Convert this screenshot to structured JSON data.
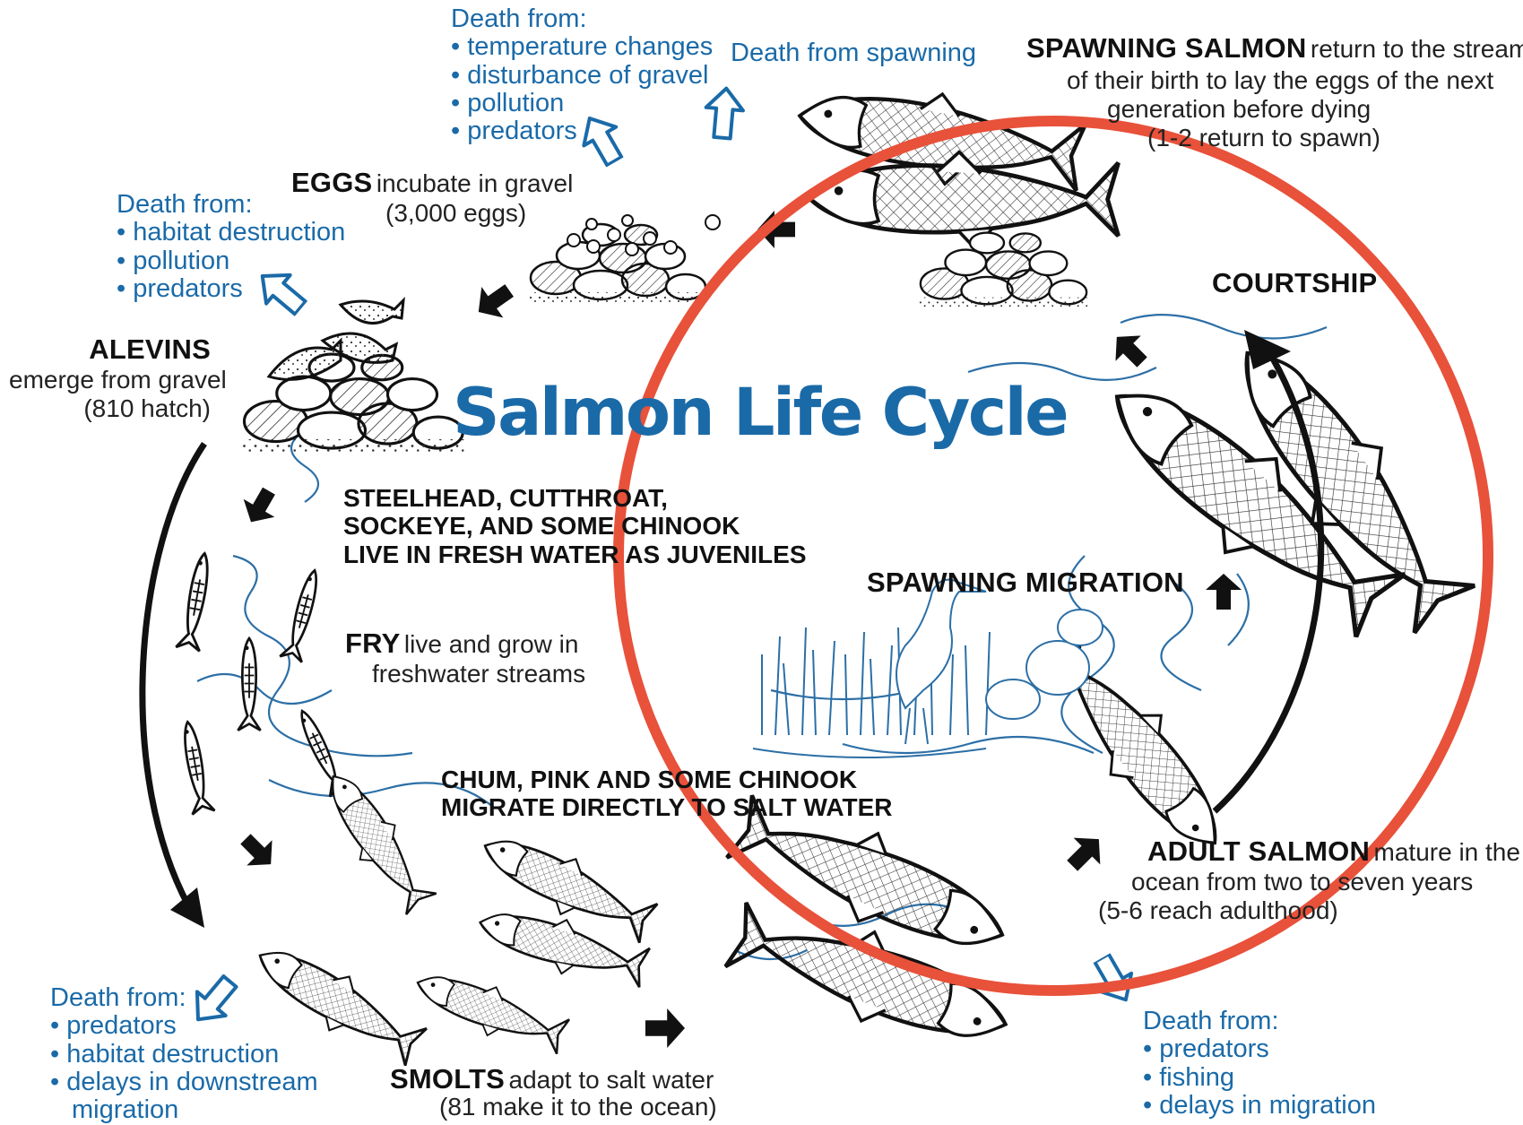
{
  "title": "Salmon Life Cycle",
  "stages": {
    "spawning_salmon": {
      "head": "SPAWNING SALMON",
      "line1": "return to the stream",
      "line2": "of their birth to lay the eggs of the next",
      "line3": "generation before dying",
      "line4": "(1-2 return to spawn)"
    },
    "eggs": {
      "head": "EGGS",
      "line1": "incubate in gravel",
      "line2": "(3,000 eggs)"
    },
    "alevins": {
      "head": "ALEVINS",
      "line1": "emerge from gravel",
      "line2": "(810 hatch)"
    },
    "fry": {
      "head": "FRY",
      "line1": "live and grow in",
      "line2": "freshwater streams"
    },
    "smolts": {
      "head": "SMOLTS",
      "line1": "adapt to salt water",
      "line2": "(81 make it to the ocean)"
    },
    "adult_salmon": {
      "head": "ADULT SALMON",
      "line1": "mature in the",
      "line2": "ocean from two to seven years",
      "line3": "(5-6 reach adulthood)"
    },
    "courtship": "COURTSHIP",
    "spawning_migration": "SPAWNING MIGRATION"
  },
  "notes": {
    "freshwater": [
      "STEELHEAD, CUTTHROAT,",
      "SOCKEYE, AND SOME CHINOOK",
      "LIVE IN FRESH WATER AS JUVENILES"
    ],
    "saltwater": [
      "CHUM, PINK AND SOME CHINOOK",
      "MIGRATE DIRECTLY TO SALT WATER"
    ]
  },
  "deaths": {
    "eggs": {
      "head": "Death from:",
      "items": [
        "temperature changes",
        "disturbance of gravel",
        "pollution",
        "predators"
      ]
    },
    "spawning": {
      "head": "Death from spawning"
    },
    "alevins": {
      "head": "Death from:",
      "items": [
        "habitat destruction",
        "pollution",
        "predators"
      ]
    },
    "smolts": {
      "head": "Death from:",
      "items": [
        "predators",
        "habitat destruction",
        "delays in downstream"
      ],
      "cont": "migration"
    },
    "adults": {
      "head": "Death from:",
      "items": [
        "predators",
        "fishing",
        "delays in migration"
      ]
    }
  },
  "colors": {
    "title": "#1a6aa8",
    "death_text": "#1a6aa8",
    "water": "#2c6fa6",
    "highlight_circle": "#e8513a",
    "arrows": "#111111"
  }
}
